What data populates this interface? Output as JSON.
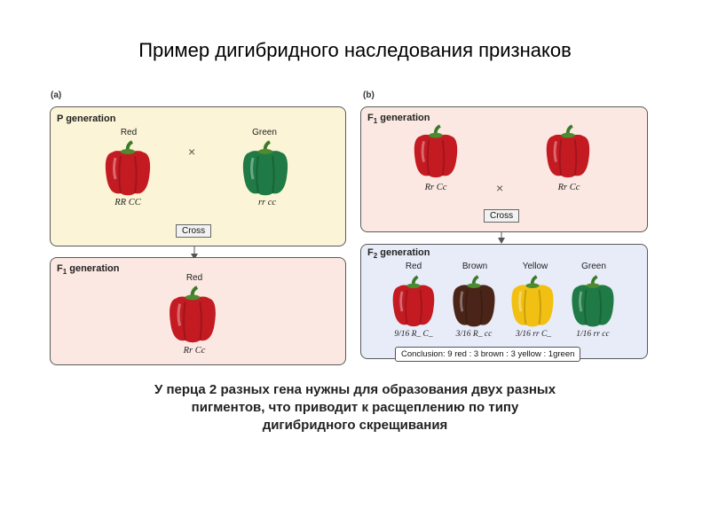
{
  "title": "Пример дигибридного наследования признаков",
  "panel_a": {
    "letter": "(a)",
    "p_generation": {
      "label_main": "P generation",
      "parent1": {
        "color_label": "Red",
        "genotype": "RR CC",
        "fill": "#c41a22"
      },
      "parent2": {
        "color_label": "Green",
        "genotype": "rr cc",
        "fill": "#1f7a45"
      },
      "cross_symbol": "×",
      "cross_button": "Cross"
    },
    "f1_generation": {
      "label_prefix": "F",
      "label_sub": "1",
      "label_suffix": " generation",
      "offspring": {
        "color_label": "Red",
        "genotype": "Rr Cc",
        "fill": "#c41a22"
      }
    }
  },
  "panel_b": {
    "letter": "(b)",
    "f1_generation": {
      "label_prefix": "F",
      "label_sub": "1",
      "label_suffix": " generation",
      "parent1": {
        "genotype": "Rr Cc",
        "fill": "#c41a22"
      },
      "parent2": {
        "genotype": "Rr Cc",
        "fill": "#c41a22"
      },
      "cross_symbol": "×",
      "cross_button": "Cross"
    },
    "f2_generation": {
      "label_prefix": "F",
      "label_sub": "2",
      "label_suffix": " generation",
      "phenotypes": [
        {
          "color_label": "Red",
          "ratio": "9/16 R_ C_",
          "fill": "#c41a22"
        },
        {
          "color_label": "Brown",
          "ratio": "3/16 R_ cc",
          "fill": "#4a2418"
        },
        {
          "color_label": "Yellow",
          "ratio": "3/16 rr C_",
          "fill": "#f2c012"
        },
        {
          "color_label": "Green",
          "ratio": "1/16 rr cc",
          "fill": "#1f7a45"
        }
      ],
      "conclusion": "Conclusion: 9 red : 3 brown : 3 yellow : 1green"
    }
  },
  "caption": {
    "line1": "У перца 2 разных гена нужны для образования двух разных",
    "line2": "пигментов, что приводит к расщеплению по типу",
    "line3": "дигибридного скрещивания"
  }
}
